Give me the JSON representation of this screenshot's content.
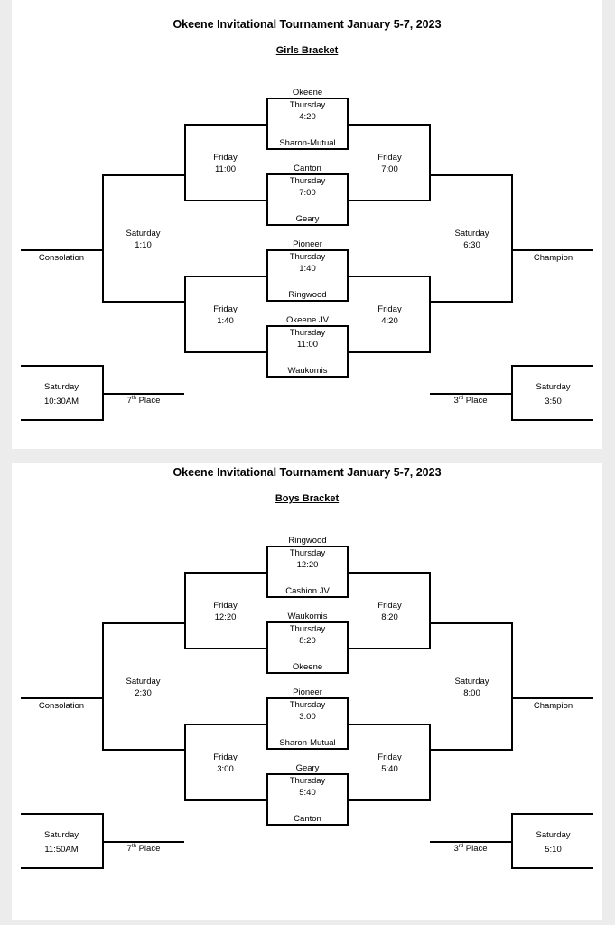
{
  "brackets": [
    {
      "title": "Okeene Invitational Tournament January 5-7, 2023",
      "subtitle": "Girls Bracket",
      "thursday": [
        {
          "top_team": "Okeene",
          "day": "Thursday",
          "time": "4:20",
          "bottom_team": "Sharon-Mutual"
        },
        {
          "top_team": "Canton",
          "day": "Thursday",
          "time": "7:00",
          "bottom_team": "Geary"
        },
        {
          "top_team": "Pioneer",
          "day": "Thursday",
          "time": "1:40",
          "bottom_team": "Ringwood"
        },
        {
          "top_team": "Okeene JV",
          "day": "Thursday",
          "time": "11:00",
          "bottom_team": "Waukomis"
        }
      ],
      "friday_left_top": {
        "day": "Friday",
        "time": "11:00"
      },
      "friday_right_top": {
        "day": "Friday",
        "time": "7:00"
      },
      "friday_left_bottom": {
        "day": "Friday",
        "time": "1:40"
      },
      "friday_right_bottom": {
        "day": "Friday",
        "time": "4:20"
      },
      "saturday_left": {
        "day": "Saturday",
        "time": "1:10"
      },
      "saturday_right": {
        "day": "Saturday",
        "time": "6:30"
      },
      "consolation_label": "Consolation",
      "champion_label": "Champion",
      "seventh": {
        "day": "Saturday",
        "time": "10:30AM",
        "label_num": "7",
        "label_sup": "th",
        "label_text": " Place"
      },
      "third": {
        "day": "Saturday",
        "time": "3:50",
        "label_num": "3",
        "label_sup": "rd",
        "label_text": " Place"
      }
    },
    {
      "title": "Okeene Invitational Tournament January 5-7, 2023",
      "subtitle": "Boys Bracket",
      "thursday": [
        {
          "top_team": "Ringwood",
          "day": "Thursday",
          "time": "12:20",
          "bottom_team": "Cashion JV"
        },
        {
          "top_team": "Waukomis",
          "day": "Thursday",
          "time": "8:20",
          "bottom_team": "Okeene"
        },
        {
          "top_team": "Pioneer",
          "day": "Thursday",
          "time": "3:00",
          "bottom_team": "Sharon-Mutual"
        },
        {
          "top_team": "Geary",
          "day": "Thursday",
          "time": "5:40",
          "bottom_team": "Canton"
        }
      ],
      "friday_left_top": {
        "day": "Friday",
        "time": "12:20"
      },
      "friday_right_top": {
        "day": "Friday",
        "time": "8:20"
      },
      "friday_left_bottom": {
        "day": "Friday",
        "time": "3:00"
      },
      "friday_right_bottom": {
        "day": "Friday",
        "time": "5:40"
      },
      "saturday_left": {
        "day": "Saturday",
        "time": "2:30"
      },
      "saturday_right": {
        "day": "Saturday",
        "time": "8:00"
      },
      "consolation_label": "Consolation",
      "champion_label": "Champion",
      "seventh": {
        "day": "Saturday",
        "time": "11:50AM",
        "label_num": "7",
        "label_sup": "th",
        "label_text": " Place"
      },
      "third": {
        "day": "Saturday",
        "time": "5:10",
        "label_num": "3",
        "label_sup": "rd",
        "label_text": " Place"
      }
    }
  ]
}
